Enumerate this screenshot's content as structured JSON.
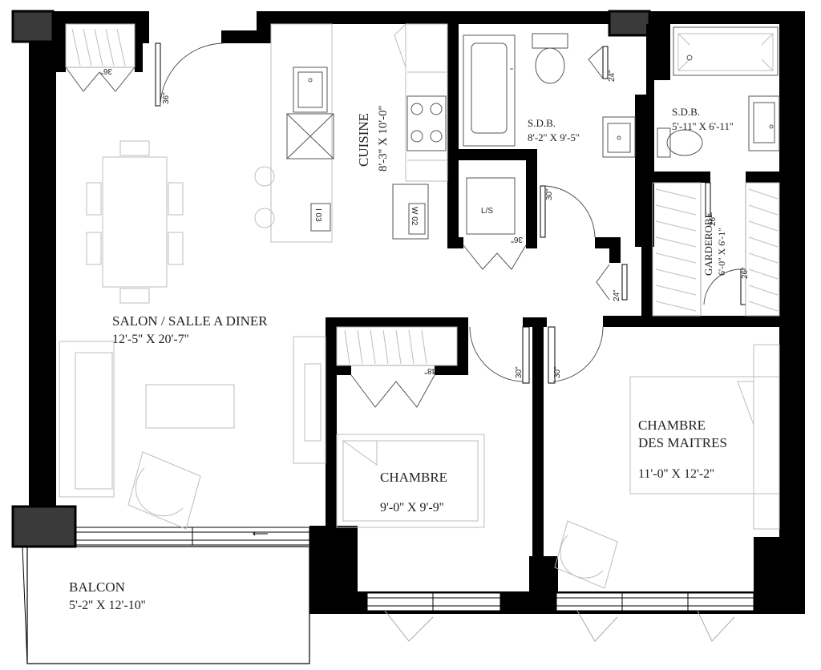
{
  "rooms": {
    "living": {
      "name": "SALON / SALLE A DINER",
      "size": "12'-5'' X 20'-7''"
    },
    "kitchen": {
      "name": "CUISINE",
      "size": "8'-3'' X 10'-0''"
    },
    "bath1": {
      "name": "S.D.B.",
      "size": "8'-2'' X 9'-5''"
    },
    "bath2": {
      "name": "S.D.B.",
      "size": "5'-11'' X 6'-11''"
    },
    "closet": {
      "name": "GARDEROBE",
      "size": "6'-0'' X 6'-1''"
    },
    "bedroom": {
      "name": "CHAMBRE",
      "size": "9'-0'' X 9'-9''"
    },
    "master": {
      "name": "CHAMBRE",
      "name2": "DES MAITRES",
      "size": "11'-0'' X 12'-2''"
    },
    "balcony": {
      "name": "BALCON",
      "size": "5'-2'' X  12'-10''"
    }
  },
  "doors": {
    "entry": "36\"",
    "entry_closet": "36\"",
    "laundry_closet": "36\"",
    "bedroom_closet": "48\"",
    "bath1_door": "24\"",
    "hall_door": "24\"",
    "laundry_door": "30\"",
    "bedroom_door": "30\"",
    "master_door": "30\"",
    "garderobe_left": "26\"",
    "garderobe_right": "26\""
  },
  "appliances": {
    "laundry": "L/S",
    "washer": "W 02",
    "island": "I 03"
  },
  "colors": {
    "wall": "#000000",
    "fixture": "#bdbdbd",
    "column": "#3a3a3a"
  }
}
